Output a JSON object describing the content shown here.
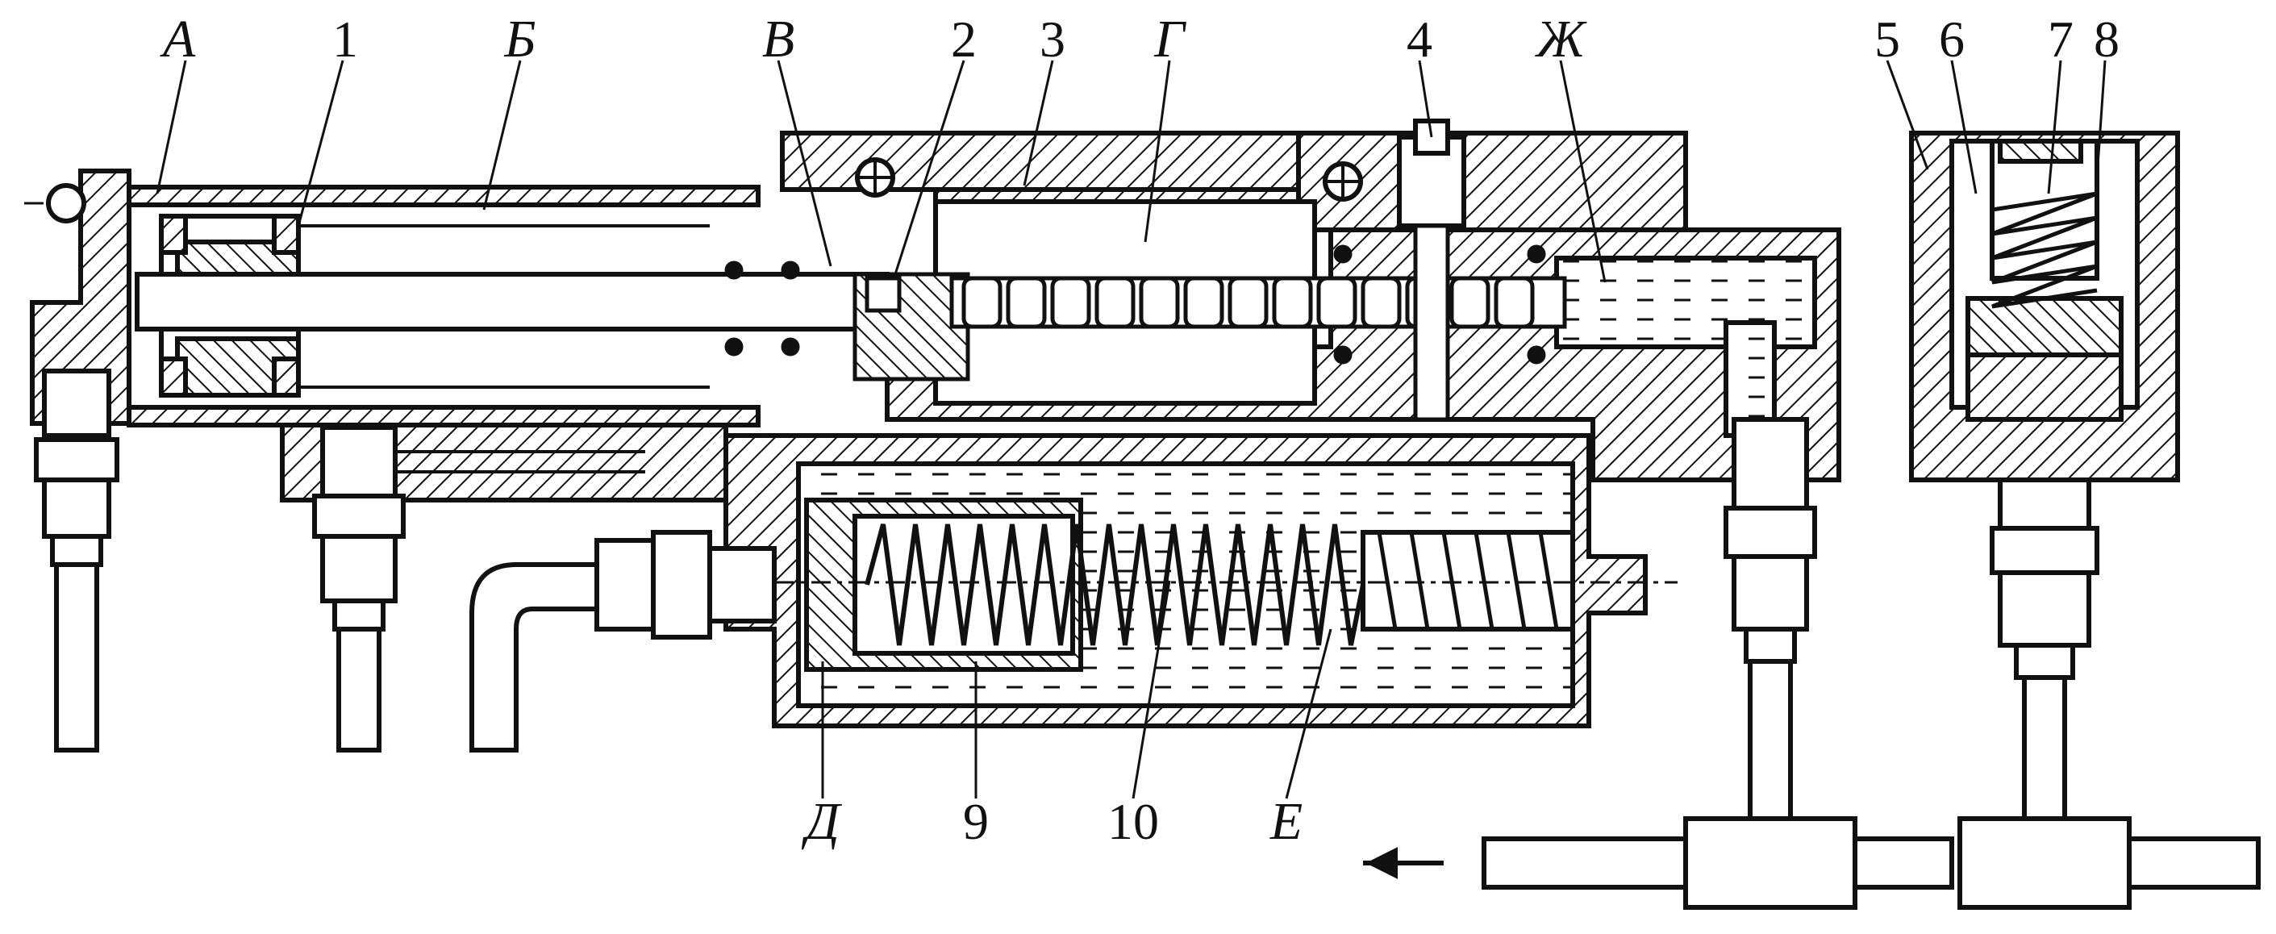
{
  "diagram": {
    "style": "hatched-section-drawing",
    "colors": {
      "ink": "#111111",
      "background": "#ffffff"
    },
    "labels": {
      "A": "А",
      "B": "Б",
      "V": "В",
      "G": "Г",
      "D": "Д",
      "E": "Е",
      "Zh": "Ж",
      "n1": "1",
      "n2": "2",
      "n3": "3",
      "n4": "4",
      "n5": "5",
      "n6": "6",
      "n7": "7",
      "n8": "8",
      "n9": "9",
      "n10": "10"
    }
  }
}
